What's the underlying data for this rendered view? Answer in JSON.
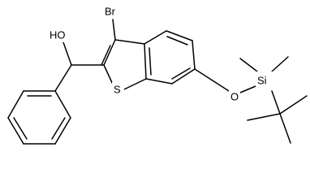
{
  "molecule": {
    "labels": {
      "bromine": "Br",
      "hydroxyl": "HO",
      "sulfur": "S",
      "oxygen": "O",
      "silicon": "Si"
    },
    "colors": {
      "bond": "#000000",
      "text": "#000000",
      "background": "#ffffff"
    }
  }
}
